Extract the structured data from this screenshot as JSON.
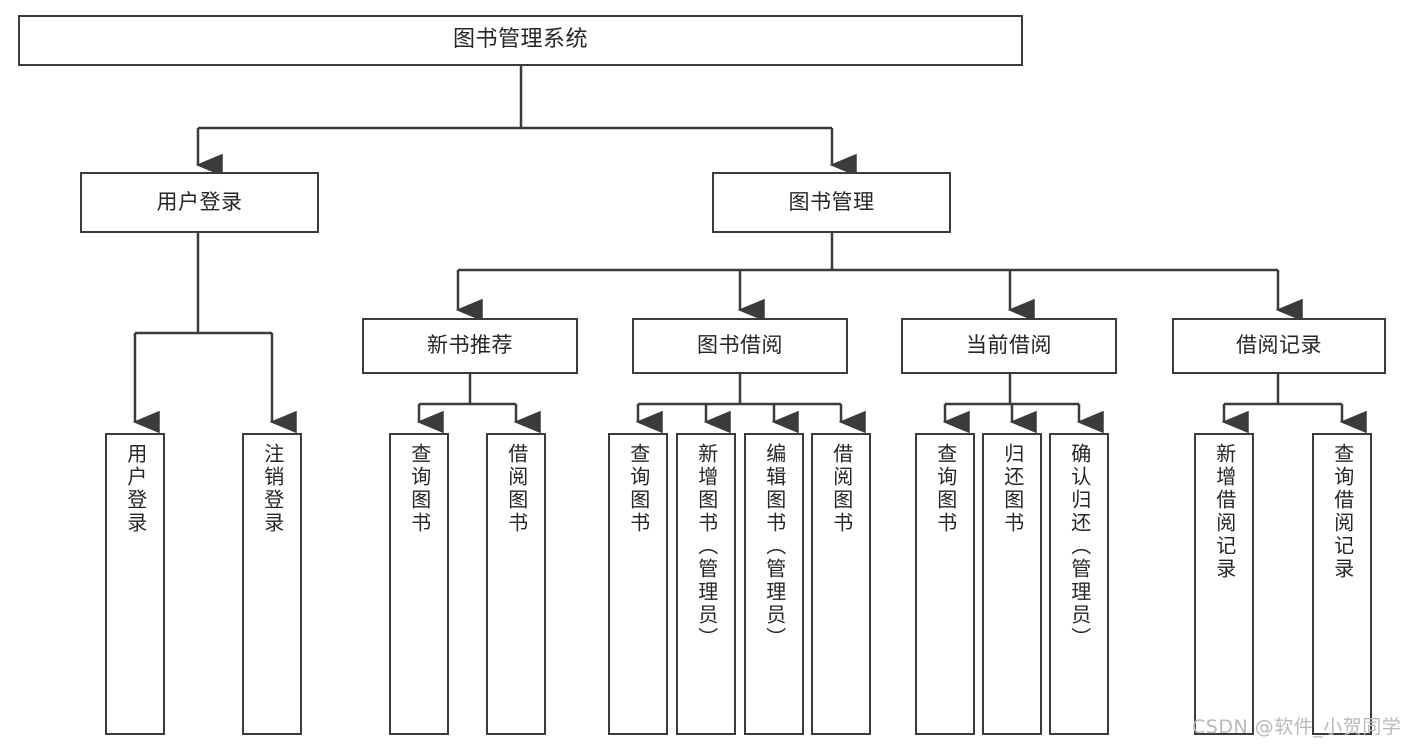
{
  "diagram": {
    "type": "tree",
    "title": "图书管理系统",
    "root": {
      "label": "图书管理系统"
    },
    "level2": [
      {
        "label": "用户登录"
      },
      {
        "label": "图书管理"
      }
    ],
    "level3": [
      {
        "label": "新书推荐"
      },
      {
        "label": "图书借阅"
      },
      {
        "label": "当前借阅"
      },
      {
        "label": "借阅记录"
      }
    ],
    "leaves": {
      "user_login": [
        {
          "label": "用户登录"
        },
        {
          "label": "注销登录"
        }
      ],
      "new_book_recommend": [
        {
          "label": "查询图书"
        },
        {
          "label": "借阅图书"
        }
      ],
      "book_borrow": [
        {
          "label": "查询图书"
        },
        {
          "label": "新增图书（管理员）"
        },
        {
          "label": "编辑图书（管理员）"
        },
        {
          "label": "借阅图书"
        }
      ],
      "current_borrow": [
        {
          "label": "查询图书"
        },
        {
          "label": "归还图书"
        },
        {
          "label": "确认归还（管理员）"
        }
      ],
      "borrow_record": [
        {
          "label": "新增借阅记录"
        },
        {
          "label": "查询借阅记录"
        }
      ]
    }
  },
  "watermark": {
    "text": "CSDN @软件_小贺同学"
  },
  "colors": {
    "border": "#3b3b3b",
    "text": "#262626",
    "background": "#ffffff",
    "watermark": "#b9b9b9"
  }
}
